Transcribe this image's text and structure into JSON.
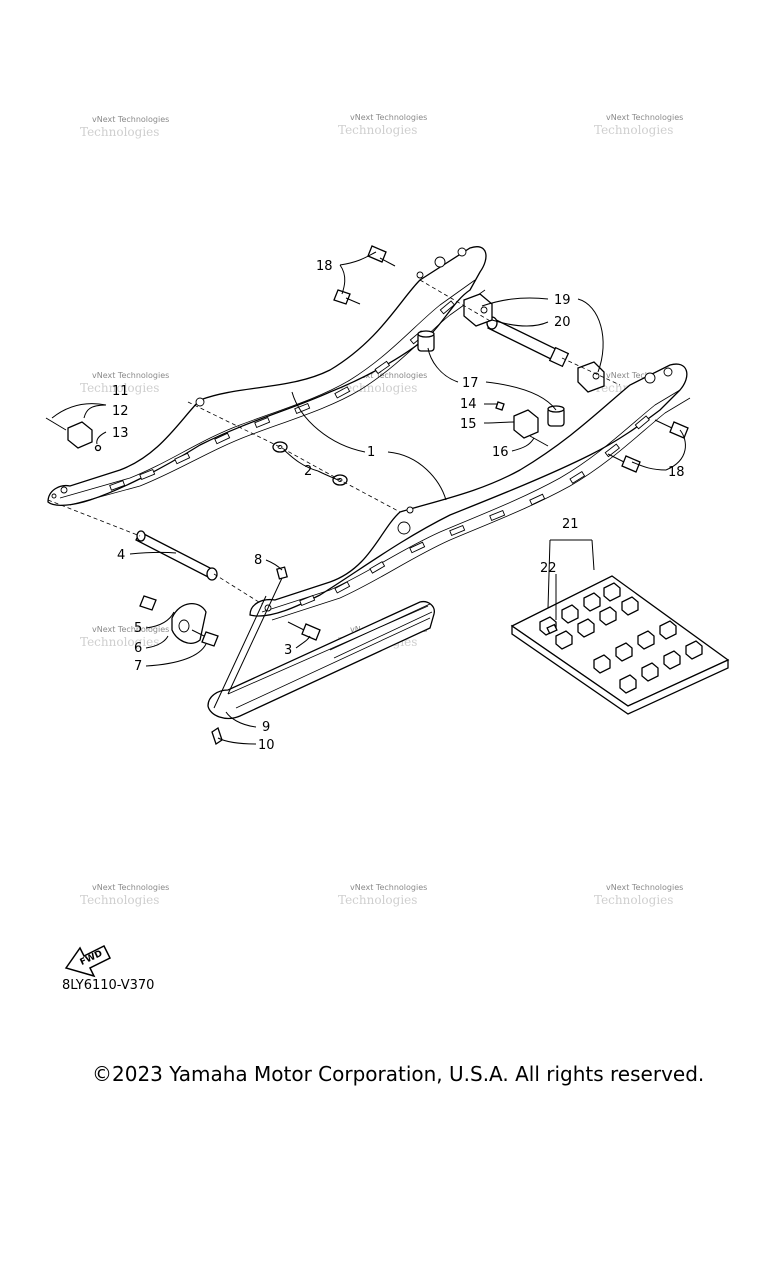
{
  "callouts": [
    "1",
    "2",
    "3",
    "4",
    "5",
    "6",
    "7",
    "8",
    "9",
    "10",
    "11",
    "12",
    "13",
    "14",
    "15",
    "16",
    "17",
    "18",
    "19",
    "20",
    "21",
    "22"
  ],
  "watermark": {
    "line1": "vNext Technologies",
    "line2": "Technologies"
  },
  "fwd_label": "FWD",
  "diagram_code": "8LY6110-V370",
  "copyright": "©2023 Yamaha Motor Corporation, U.S.A. All rights reserved."
}
